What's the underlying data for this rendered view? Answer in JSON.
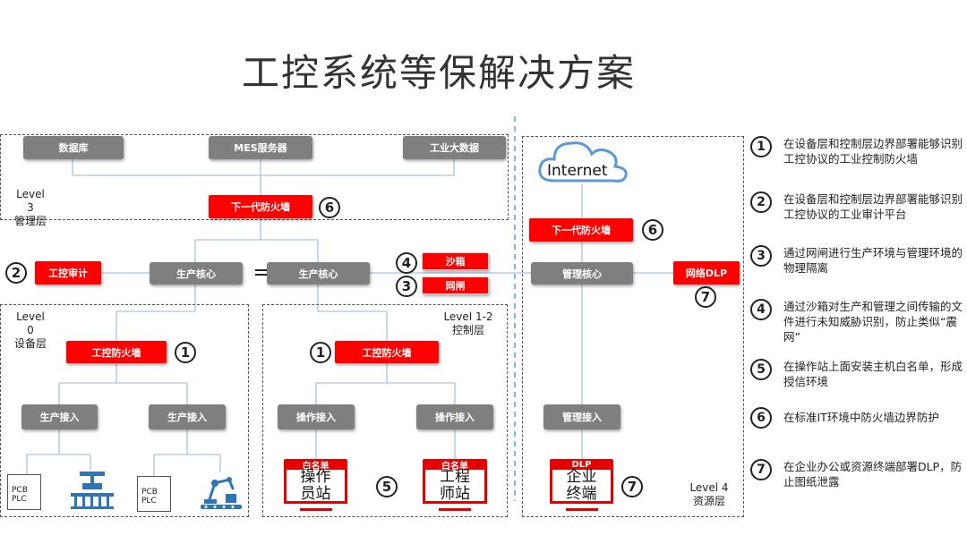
{
  "title": "工控系统等保解决方案",
  "levels": {
    "l3": {
      "name": "Level",
      "num": "3",
      "sub": "管理层"
    },
    "l0": {
      "name": "Level",
      "num": "0",
      "sub": "设备层"
    },
    "l12": {
      "name": "Level 1-2",
      "sub": "控制层"
    },
    "l4": {
      "name": "Level 4",
      "sub": "资源层"
    }
  },
  "servers": {
    "db": "数据库",
    "mes": "MES服务器",
    "bigdata": "工业大数据"
  },
  "nodes": {
    "ngfw": "下一代防火墙",
    "ngfw_right": "下一代防火墙",
    "audit": "工控审计",
    "core_a": "生产核心",
    "core_b": "生产核心",
    "sandbox": "沙箱",
    "gateway": "网闸",
    "ics_fw_left": "工控防火墙",
    "ics_fw_right": "工控防火墙",
    "access_1": "生产接入",
    "access_2": "生产接入",
    "op_access_1": "操作接入",
    "op_access_2": "操作接入",
    "mgmt_core": "管理核心",
    "mgmt_access": "管理接入",
    "net_dlp": "网络DLP",
    "internet": "Internet"
  },
  "terminals": {
    "op_station": {
      "badge": "白名单",
      "line1": "操作",
      "line2": "员站"
    },
    "eng_station": {
      "badge": "白名单",
      "line1": "工程",
      "line2": "师站"
    },
    "ent_terminal": {
      "badge": "DLP",
      "line1": "企业",
      "line2": "终端"
    }
  },
  "devices": {
    "plc1": "PCB\nPLC",
    "plc2": "PCB\nPLC"
  },
  "markers": {
    "m1a": "1",
    "m1b": "1",
    "m2": "2",
    "m3": "3",
    "m4": "4",
    "m5": "5",
    "m6a": "6",
    "m6b": "6",
    "m7a": "7",
    "m7b": "7"
  },
  "legend": [
    {
      "num": "1",
      "text": "在设备层和控制层边界部署能够识别工控协议的工业控制防火墙"
    },
    {
      "num": "2",
      "text": "在设备层和控制层边界部署能够识别工控协议的工业审计平台"
    },
    {
      "num": "3",
      "text": "通过网闸进行生产环境与管理环境的物理隔离"
    },
    {
      "num": "4",
      "text": "通过沙箱对生产和管理之间传输的文件进行未知威胁识别，防止类似“震网”"
    },
    {
      "num": "5",
      "text": "在操作站上面安装主机白名单，形成授信环境"
    },
    {
      "num": "6",
      "text": "在标准IT环境中防火墙边界防护"
    },
    {
      "num": "7",
      "text": "在企业办公或资源终端部署DLP，防止图纸泄露"
    }
  ],
  "colors": {
    "red": "#ff0000",
    "gray": "#7f7f7f",
    "line": "#a9c4e4",
    "divider": "#5b9bd5"
  }
}
